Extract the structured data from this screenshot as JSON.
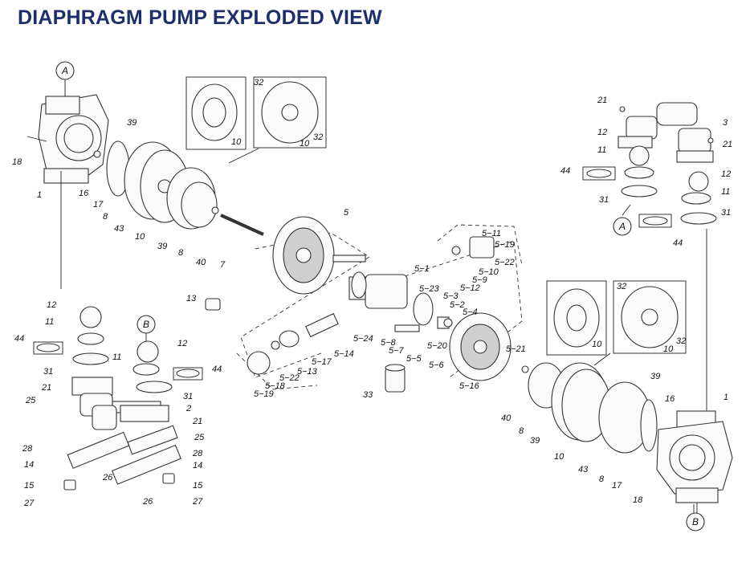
{
  "title": "DIAPHRAGM PUMP EXPLODED VIEW",
  "callouts": {
    "A_top": "A",
    "B_left": "B",
    "A_right": "A",
    "B_bottom": "B"
  },
  "labels": {
    "l18a": "18",
    "l1a": "1",
    "l16a": "16",
    "l17a": "17",
    "l8a": "8",
    "l43a": "43",
    "l10a": "10",
    "l39a": "39",
    "l39b": "39",
    "l8b": "8",
    "l40a": "40",
    "l7": "7",
    "l32a": "32",
    "l10b": "10",
    "l10c": "10",
    "l32b": "32",
    "l5": "5",
    "l5_11": "5−11",
    "l5_19a": "5−19",
    "l5_22a": "5−22",
    "l5_10": "5−10",
    "l5_12": "5−12",
    "l5_1": "5−1",
    "l5_23": "5−23",
    "l5_3": "5−3",
    "l5_2": "5−2",
    "l5_4": "5−4",
    "l5_9": "5−9",
    "l13": "13",
    "l5_8": "5−8",
    "l5_7": "5−7",
    "l5_24": "5−24",
    "l5_5": "5−5",
    "l5_20": "5−20",
    "l5_6": "5−6",
    "l5_21": "5−21",
    "l5_16": "5−16",
    "l5_14": "5−14",
    "l5_17": "5−17",
    "l5_13": "5−13",
    "l5_22b": "5−22",
    "l5_18": "5−18",
    "l5_19b": "5−19",
    "l33": "33",
    "l12a": "12",
    "l11a": "11",
    "l44a": "44",
    "l31a": "31",
    "l12b": "12",
    "l11b": "11",
    "l44b": "44",
    "l31b": "31",
    "l21a": "21",
    "l25a": "25",
    "l2": "2",
    "l21b": "21",
    "l25b": "25",
    "l28a": "28",
    "l14a": "14",
    "l26a": "26",
    "l15a": "15",
    "l27a": "27",
    "l28b": "28",
    "l14b": "14",
    "l15b": "15",
    "l26b": "26",
    "l27b": "27",
    "l21c": "21",
    "l3": "3",
    "l21d": "21",
    "l12c": "12",
    "l11c": "11",
    "l44c": "44",
    "l31c": "31",
    "l12d": "12",
    "l11d": "11",
    "l31d": "31",
    "l44d": "44",
    "l32c": "32",
    "l10d": "10",
    "l10e": "10",
    "l32d": "32",
    "l40b": "40",
    "l8c": "8",
    "l39c": "39",
    "l10f": "10",
    "l43b": "43",
    "l8d": "8",
    "l39d": "39",
    "l16b": "16",
    "l17b": "17",
    "l18b": "18",
    "l1b": "1"
  }
}
